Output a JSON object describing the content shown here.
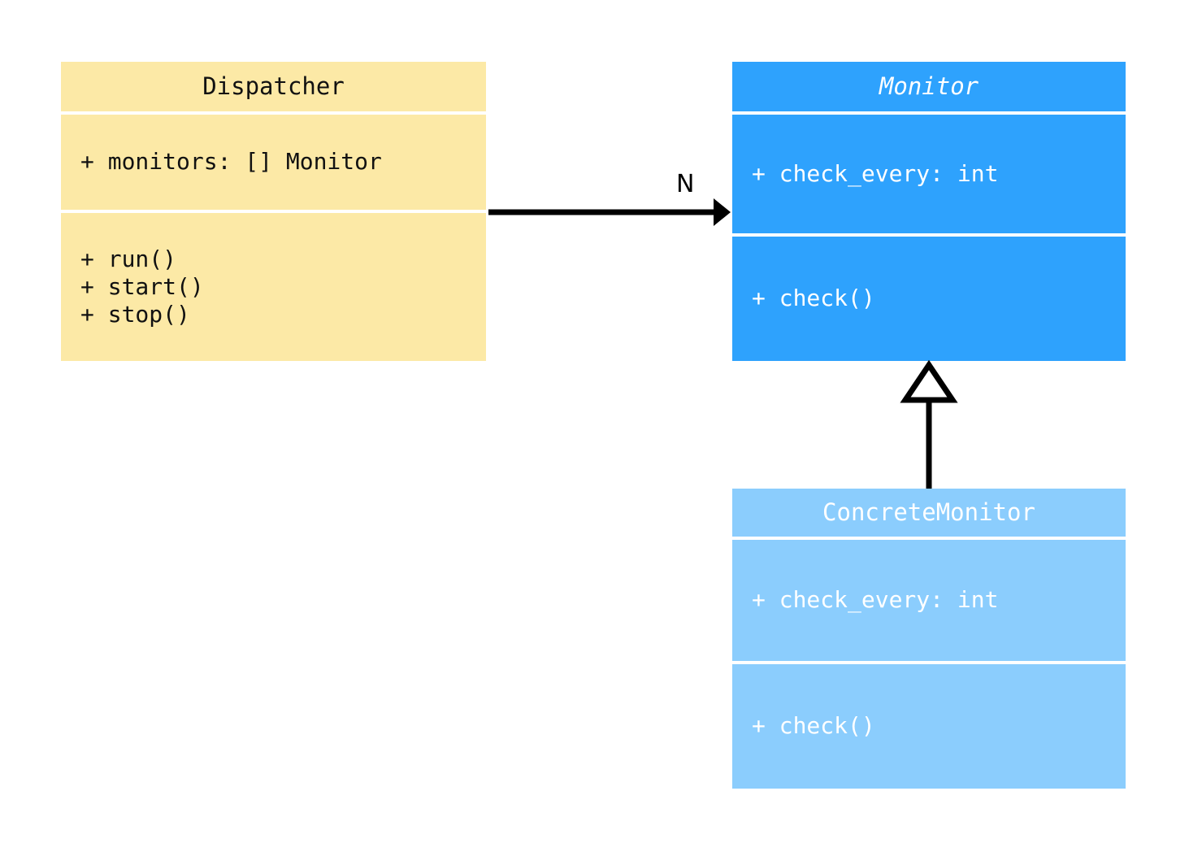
{
  "diagram": {
    "type": "uml-class-diagram",
    "background": "#ffffff",
    "classes": [
      {
        "id": "dispatcher",
        "name": "Dispatcher",
        "abstract": false,
        "fill": "#fce9a6",
        "text_color": "#111111",
        "attributes": [
          "+ monitors: [] Monitor"
        ],
        "methods": [
          "+ run()",
          "+ start()",
          "+ stop()"
        ]
      },
      {
        "id": "monitor",
        "name": "Monitor",
        "abstract": true,
        "fill": "#2ea2fd",
        "text_color": "#ffffff",
        "attributes": [
          "+ check_every: int"
        ],
        "methods": [
          "+ check()"
        ]
      },
      {
        "id": "concrete_monitor",
        "name": "ConcreteMonitor",
        "abstract": false,
        "fill": "#8bcdfd",
        "text_color": "#ffffff",
        "attributes": [
          "+ check_every: int"
        ],
        "methods": [
          "+ check()"
        ]
      }
    ],
    "relationships": [
      {
        "id": "dispatcher-to-monitor",
        "kind": "association",
        "from": "Dispatcher",
        "to": "Monitor",
        "multiplicity_label": "N",
        "arrow": "filled-arrowhead",
        "stroke": "#000000"
      },
      {
        "id": "concrete-to-monitor",
        "kind": "generalization",
        "from": "ConcreteMonitor",
        "to": "Monitor",
        "multiplicity_label": "",
        "arrow": "hollow-triangle",
        "stroke": "#000000"
      }
    ]
  }
}
